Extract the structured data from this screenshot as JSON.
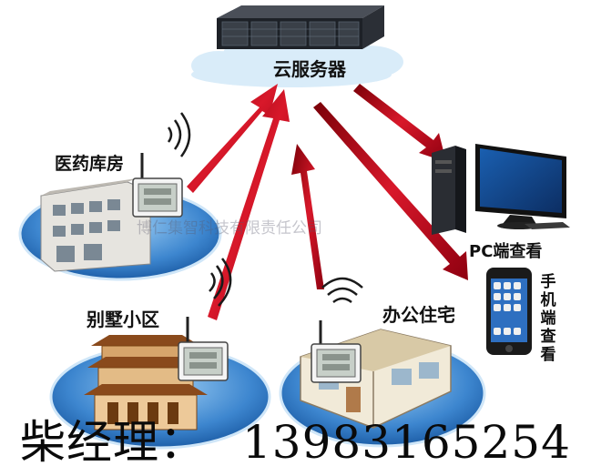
{
  "labels": {
    "cloud_server": "云服务器",
    "pharma_warehouse": "医药库房",
    "villa_community": "别墅小区",
    "office_residence": "办公住宅",
    "pc_view": "PC端查看",
    "mobile_view": "手机端查看"
  },
  "watermark": "博仁集智科技有限责任公司",
  "contact": {
    "name": "柴经理：",
    "phone": "13983165254"
  },
  "colors": {
    "arrow": "#c0141c",
    "disc": "#3d86cf",
    "cloud": "#d9ecf9"
  },
  "icons": [
    "server-rack-icon",
    "cloud-icon",
    "building-icon",
    "pagoda-villa-icon",
    "house-cutaway-icon",
    "desktop-pc-icon",
    "smartphone-icon",
    "thermo-hygrometer-icon",
    "wifi-signal-icon"
  ]
}
